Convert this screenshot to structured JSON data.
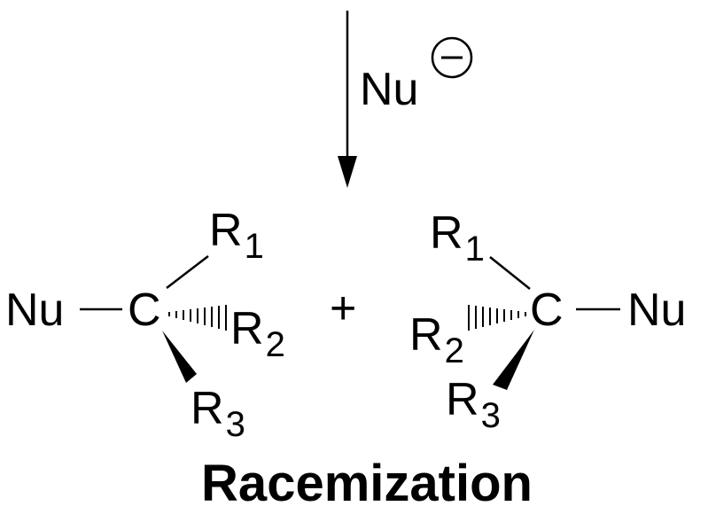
{
  "reagent": {
    "symbol": "Nu",
    "charge": "−"
  },
  "left_product": {
    "center": "C",
    "nucleophile": "Nu",
    "groups": [
      {
        "letter": "R",
        "index": "1"
      },
      {
        "letter": "R",
        "index": "2"
      },
      {
        "letter": "R",
        "index": "3"
      }
    ]
  },
  "operator": "+",
  "right_product": {
    "center": "C",
    "nucleophile": "Nu",
    "groups": [
      {
        "letter": "R",
        "index": "1"
      },
      {
        "letter": "R",
        "index": "2"
      },
      {
        "letter": "R",
        "index": "3"
      }
    ]
  },
  "caption": "Racemization",
  "colors": {
    "ink": "#000000",
    "background": "#ffffff"
  }
}
